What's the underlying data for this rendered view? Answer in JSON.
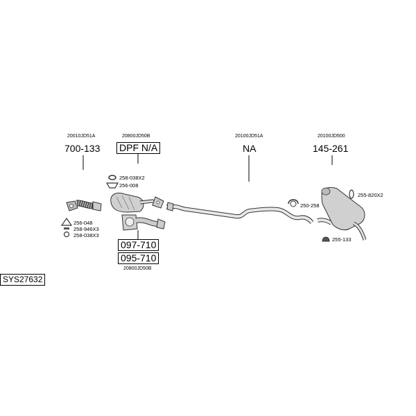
{
  "sys_code": "SYS27632",
  "colors": {
    "line": "#000000",
    "part_fill": "#d9d9d9",
    "part_stroke": "#555555"
  },
  "parts": [
    {
      "oem": "20010JD51A",
      "number": "700-133",
      "boxed": false
    },
    {
      "oem": "20800JD50B",
      "number": "DPF N/A",
      "boxed": true
    },
    {
      "oem": "20100JD51A",
      "number": "NA",
      "boxed": false
    },
    {
      "oem": "20100JD500",
      "number": "145-261",
      "boxed": false
    }
  ],
  "lower_part": {
    "numbers": [
      "097-710",
      "095-710"
    ],
    "oem": "20800JD50B"
  },
  "accessories": {
    "a1": "258-038X2",
    "a2": "256-008",
    "a3": "256-048",
    "a4": "258-946X3",
    "a5": "258-038X3",
    "a6": "250-258",
    "a7": "255-820X2",
    "a8": "255-133"
  }
}
